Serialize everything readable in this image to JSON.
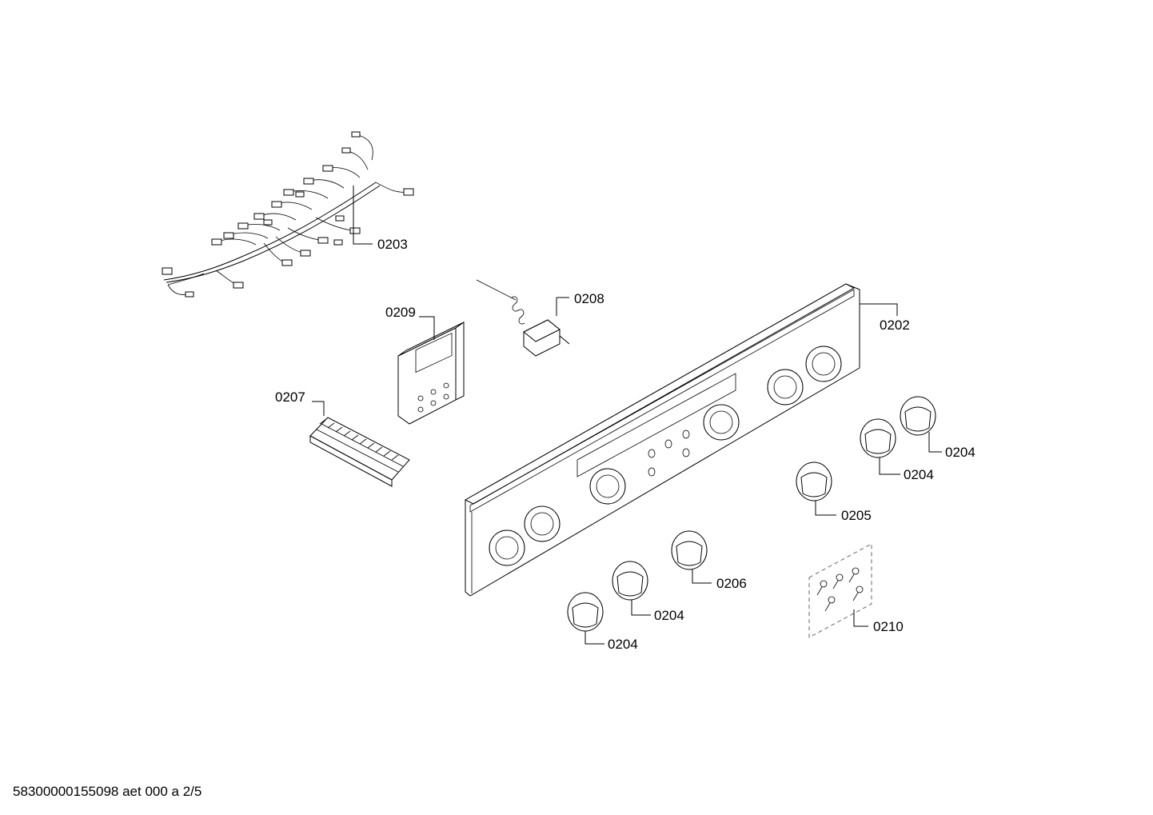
{
  "labels": {
    "l0202": "0202",
    "l0203": "0203",
    "l0204a": "0204",
    "l0204b": "0204",
    "l0204c": "0204",
    "l0204d": "0204",
    "l0205": "0205",
    "l0206": "0206",
    "l0207": "0207",
    "l0208": "0208",
    "l0209": "0209",
    "l0210": "0210"
  },
  "footer": {
    "doc_id": "58300000155098 aet 000 a 2/5"
  }
}
